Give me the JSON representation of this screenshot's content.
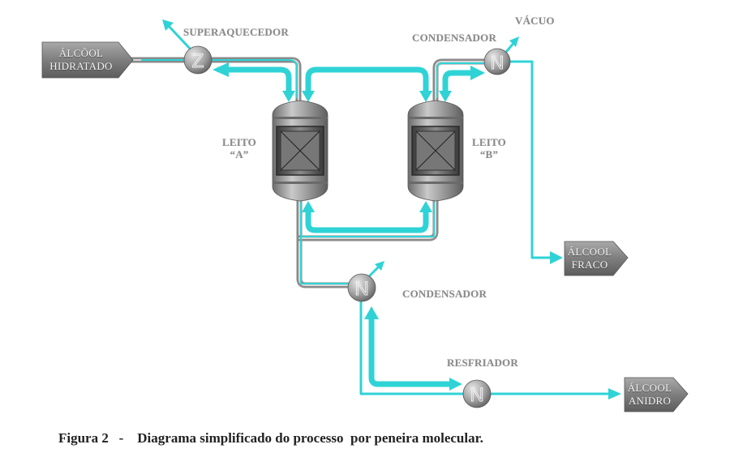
{
  "figure": {
    "caption_number": "Figura 2",
    "caption_separator": "-",
    "caption_text": "Diagrama simplificado do processo  por peneira molecular."
  },
  "labels": {
    "superheater": "SUPERAQUECEDOR",
    "condenser_top": "CONDENSADOR",
    "vacuum": "VÁCUO",
    "bed_a_line1": "LEITO",
    "bed_a_line2": "“A”",
    "bed_b_line1": "LEITO",
    "bed_b_line2": "“B”",
    "condenser_bottom": "CONDENSADOR",
    "cooler": "RESFRIADOR"
  },
  "streams": {
    "input": {
      "line1": "ÁLCÕOL",
      "line2": "HIDRATADO"
    },
    "weak_output": {
      "line1": "ÁLCOOL",
      "line2": "FRACO"
    },
    "anhydrous_output": {
      "line1": "ÁLCOOL",
      "line2": "ANIDRO"
    }
  },
  "exchangers": [
    {
      "id": "superheater",
      "glyph": "Z"
    },
    {
      "id": "condenser_top",
      "glyph": "N"
    },
    {
      "id": "condenser_bottom",
      "glyph": "N"
    },
    {
      "id": "cooler",
      "glyph": "N"
    }
  ],
  "colors": {
    "flow": "#2fd3d6",
    "pipe": "#9a9a9a",
    "vessel": "#8c8c8c",
    "tag": "#7d7d7d",
    "label": "#8a8a8a",
    "caption": "#222222"
  }
}
